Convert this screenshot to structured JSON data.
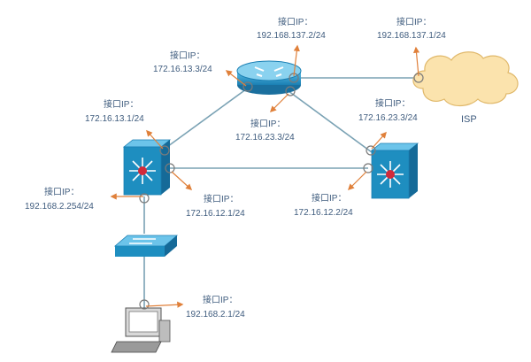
{
  "devices": {
    "router": {
      "type": "router"
    },
    "l3_switch_left": {
      "type": "layer3-switch"
    },
    "l3_switch_right": {
      "type": "layer3-switch"
    },
    "access_switch": {
      "type": "layer2-switch"
    },
    "pc": {
      "type": "workstation"
    },
    "isp_cloud": {
      "label": "ISP"
    }
  },
  "interfaces": [
    {
      "id": "r-up",
      "title": "接口IP：",
      "ip": "192.168.137.2/24"
    },
    {
      "id": "isp",
      "title": "接口IP：",
      "ip": "192.168.137.1/24"
    },
    {
      "id": "r-left",
      "title": "接口IP：",
      "ip": "172.16.13.3/24"
    },
    {
      "id": "r-down",
      "title": "接口IP：",
      "ip": "172.16.23.3/24"
    },
    {
      "id": "sw1-up",
      "title": "接口IP：",
      "ip": "172.16.13.1/24"
    },
    {
      "id": "sw3-up",
      "title": "接口IP：",
      "ip": "172.16.23.3/24"
    },
    {
      "id": "sw1-left",
      "title": "接口IP：",
      "ip": "192.168.2.254/24"
    },
    {
      "id": "sw1-right",
      "title": "接口IP：",
      "ip": "172.16.12.1/24"
    },
    {
      "id": "sw3-left",
      "title": "接口IP：",
      "ip": "172.16.12.2/24"
    },
    {
      "id": "pc",
      "title": "接口IP：",
      "ip": "192.168.2.1/24"
    }
  ],
  "colors": {
    "label_text": "#3f5c7e",
    "arrow": "#e0803a",
    "link": "#7aa2b4",
    "device_body": "#1e8ec0",
    "cloud_fill": "#fbe3ad"
  }
}
